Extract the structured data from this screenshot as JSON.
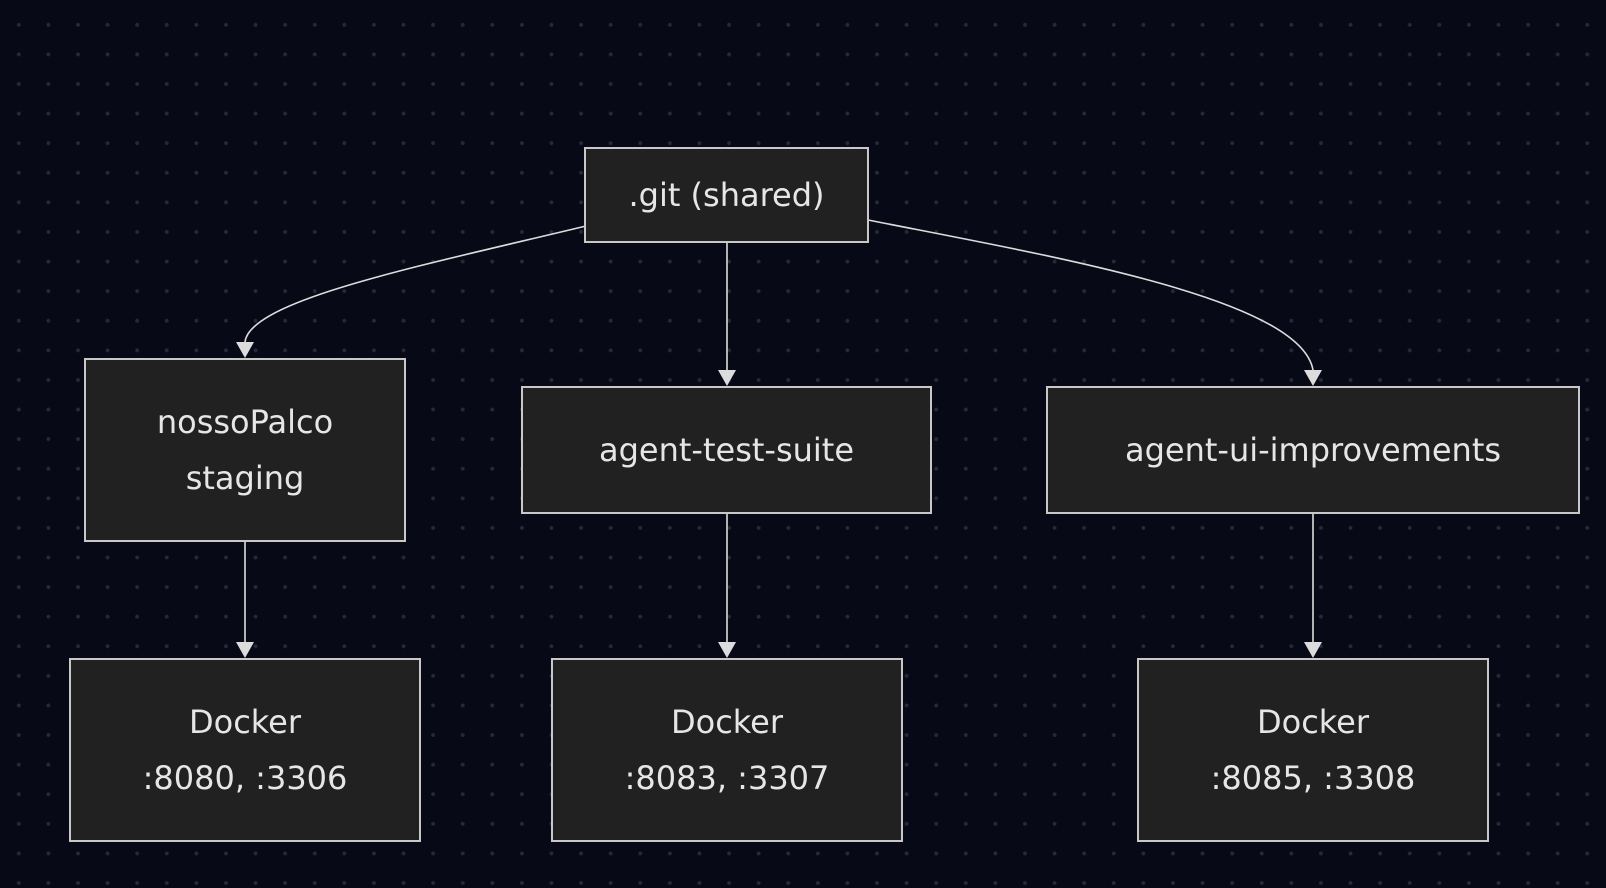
{
  "diagram": {
    "nodes": {
      "git": {
        "lines": [
          ".git (shared)"
        ]
      },
      "nossopalco": {
        "lines": [
          "nossoPalco",
          "staging"
        ]
      },
      "test_suite": {
        "lines": [
          "agent-test-suite"
        ]
      },
      "ui_improvements": {
        "lines": [
          "agent-ui-improvements"
        ]
      },
      "docker1": {
        "lines": [
          "Docker",
          ":8080, :3306"
        ]
      },
      "docker2": {
        "lines": [
          "Docker",
          ":8083, :3307"
        ]
      },
      "docker3": {
        "lines": [
          "Docker",
          ":8085, :3308"
        ]
      }
    },
    "edges": [
      {
        "from": ".git (shared)",
        "to": "nossoPalco staging"
      },
      {
        "from": ".git (shared)",
        "to": "agent-test-suite"
      },
      {
        "from": ".git (shared)",
        "to": "agent-ui-improvements"
      },
      {
        "from": "nossoPalco staging",
        "to": "Docker :8080, :3306"
      },
      {
        "from": "agent-test-suite",
        "to": "Docker :8083, :3307"
      },
      {
        "from": "agent-ui-improvements",
        "to": "Docker :8085, :3308"
      }
    ]
  }
}
